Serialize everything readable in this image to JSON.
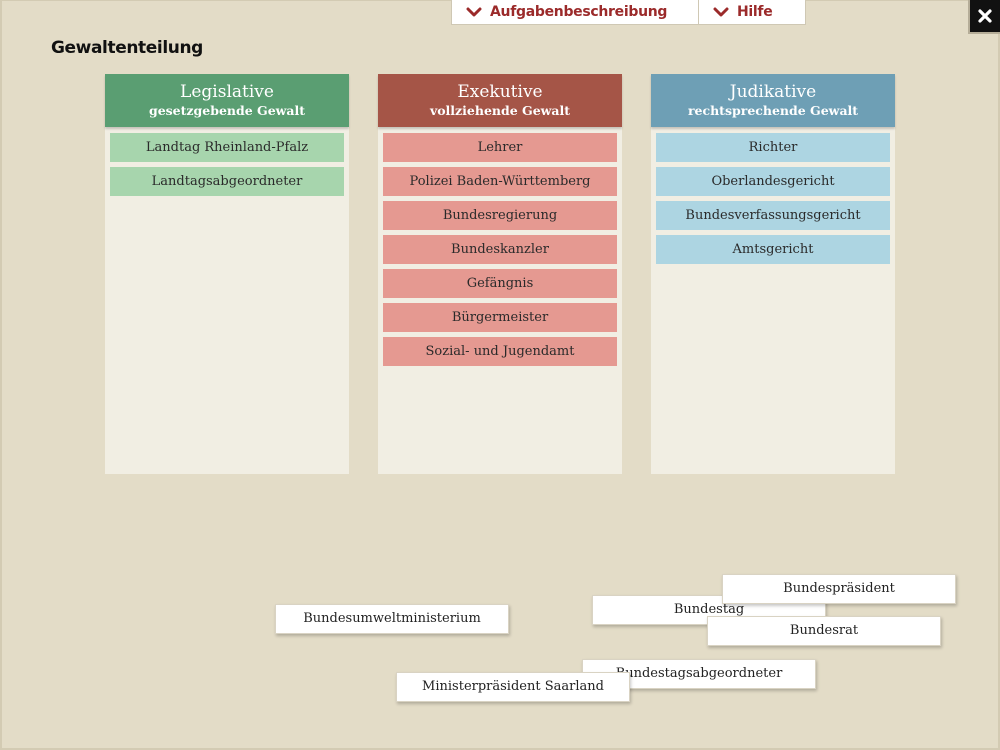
{
  "topbar": {
    "task_description_label": "Aufgabenbeschreibung",
    "help_label": "Hilfe"
  },
  "close_icon": "close-x-icon",
  "title": "Gewaltenteilung",
  "colors": {
    "background": "#e3dcc7",
    "accent_red": "#9b2a2a",
    "legislative": "#5a9e72",
    "executive": "#a55547",
    "judicial": "#6e9fb5"
  },
  "columns": [
    {
      "title": "Legislative",
      "subtitle": "gesetzgebende Gewalt",
      "items": [
        "Landtag Rheinland-Pfalz",
        "Landtagsabgeordneter"
      ]
    },
    {
      "title": "Exekutive",
      "subtitle": "vollziehende Gewalt",
      "items": [
        "Lehrer",
        "Polizei Baden-Württemberg",
        "Bundesregierung",
        "Bundeskanzler",
        "Gefängnis",
        "Bürgermeister",
        "Sozial- und Jugendamt"
      ]
    },
    {
      "title": "Judikative",
      "subtitle": "rechtsprechende Gewalt",
      "items": [
        "Richter",
        "Oberlandesgericht",
        "Bundesverfassungsgericht",
        "Amtsgericht"
      ]
    }
  ],
  "cards": [
    "Bundesumweltministerium",
    "Bundestag",
    "Bundespräsident",
    "Bundesrat",
    "Bundestagsabgeordneter",
    "Ministerpräsident Saarland"
  ]
}
